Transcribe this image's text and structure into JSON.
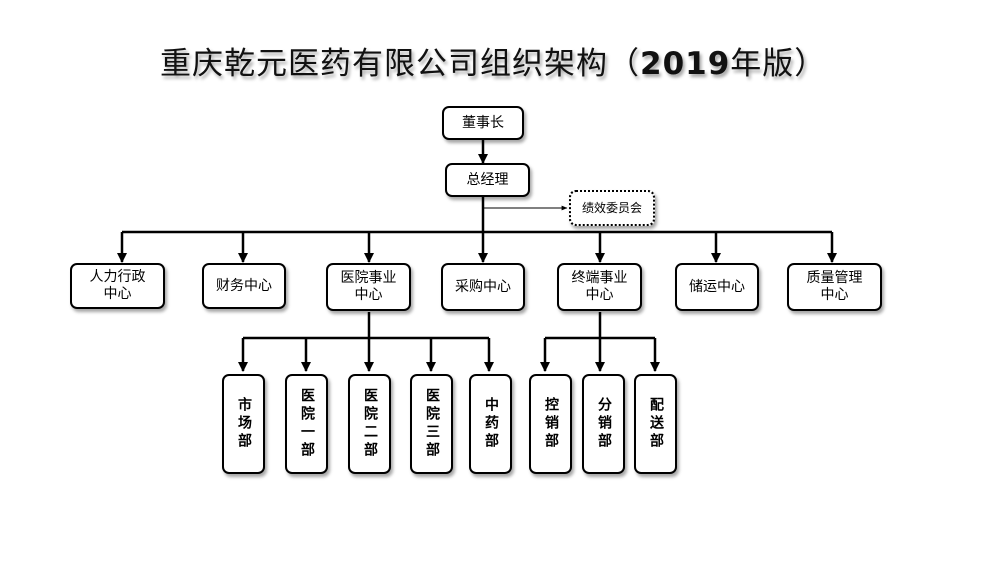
{
  "title": {
    "main": "重庆乾元医药有限公司组织架构（",
    "year": "2019",
    "suffix": "年版）"
  },
  "nodes": {
    "chairman": "董事长",
    "gm": "总经理",
    "committee": "绩效委员会",
    "hr": "人力行政\n中心",
    "finance": "财务中心",
    "hospital_biz": "医院事业\n中心",
    "purchasing": "采购中心",
    "terminal_biz": "终端事业\n中心",
    "storage": "储运中心",
    "quality": "质量管理\n中心",
    "market": "市场部",
    "hosp1": "医院一部",
    "hosp2": "医院二部",
    "hosp3": "医院三部",
    "tcm": "中药部",
    "control": "控销部",
    "distribution": "分销部",
    "delivery": "配送部"
  }
}
